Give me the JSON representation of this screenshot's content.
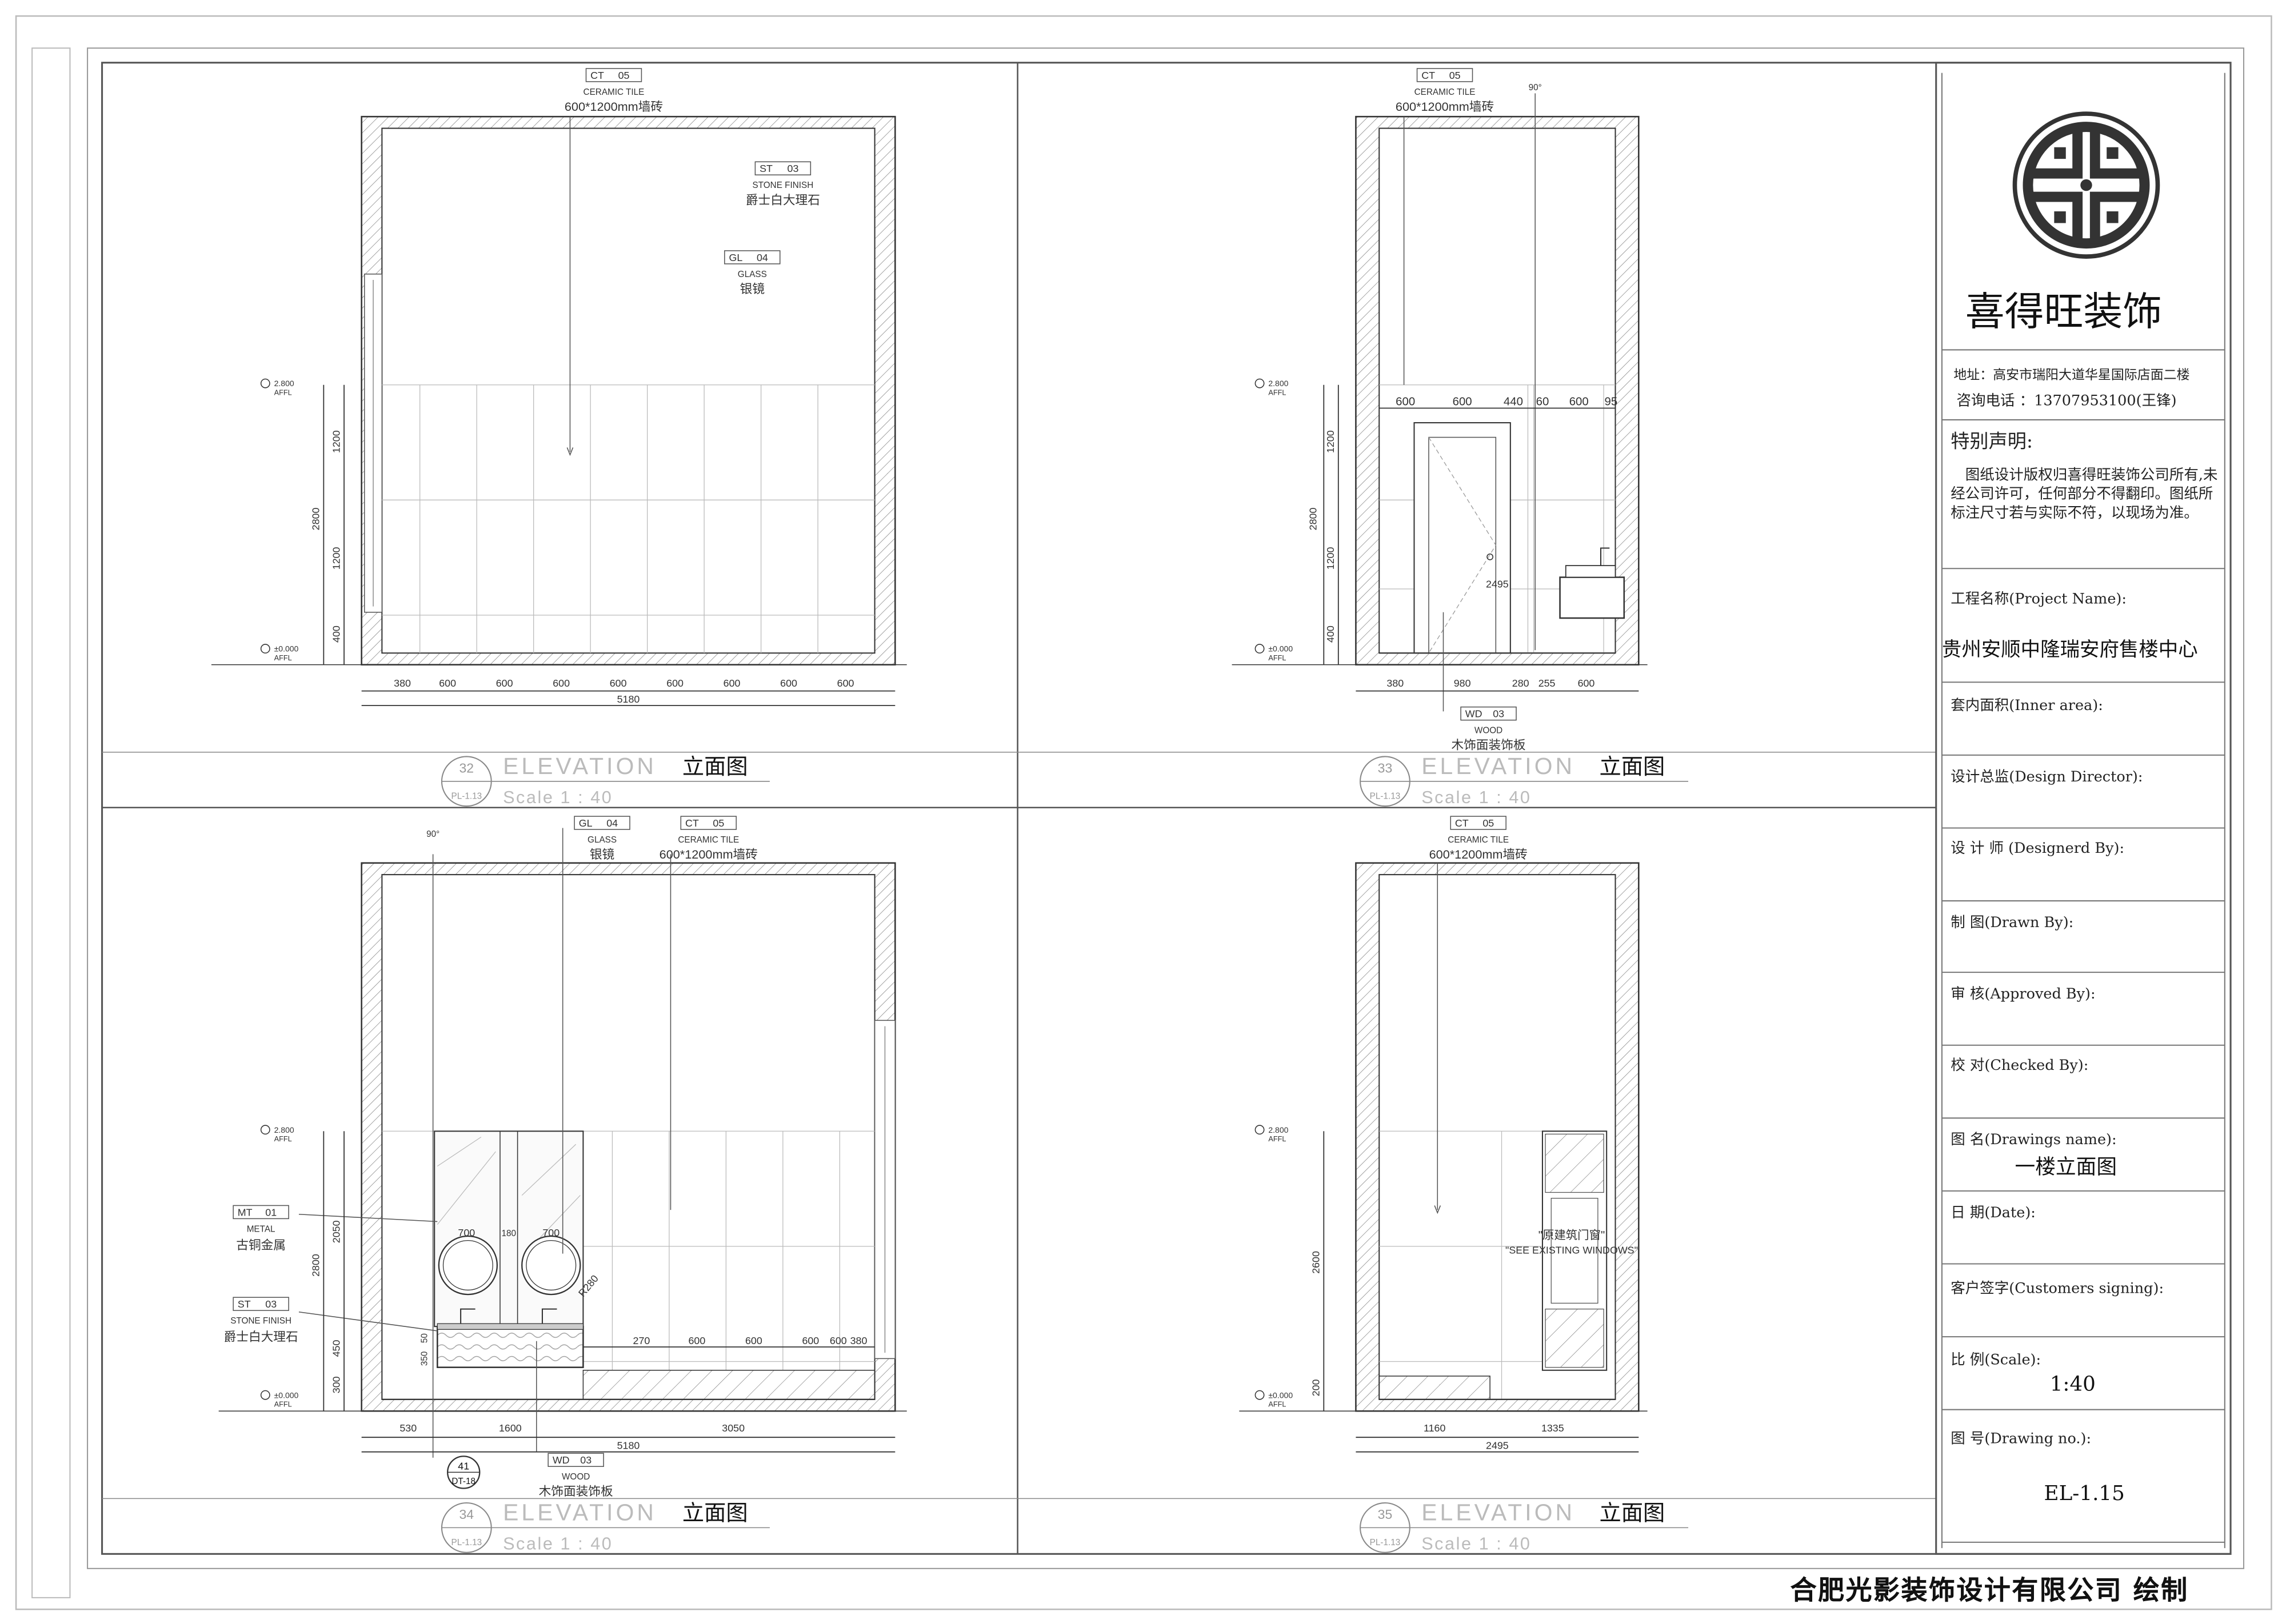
{
  "company": {
    "name": "喜得旺装饰",
    "address": "地址：高安市瑞阳大道华星国际店面二楼",
    "phone": "咨询电话 ：13707953100(王锋)"
  },
  "notice": {
    "title": "特别声明:",
    "text": "图纸设计版权归喜得旺装饰公司所有,未经公司许可，任何部分不得翻印。图纸所标注尺寸若与实际不符，以现场为准。"
  },
  "title_block": {
    "project_label": "工程名称(Project Name):",
    "project_value": "贵州安顺中隆瑞安府售楼中心",
    "area_label": "套内面积(Inner area):",
    "director_label": "设计总监(Design Director):",
    "designer_label": "设  计  师  (Designerd By):",
    "drawn_label": "制    图(Drawn By):",
    "approved_label": "审    核(Approved By):",
    "checked_label": "校    对(Checked By):",
    "drawing_name_label": "图    名(Drawings name):",
    "drawing_name_value": "一楼立面图",
    "date_label": "日    期(Date):",
    "customer_label": "客户签字(Customers signing):",
    "scale_label": "比    例(Scale):",
    "scale_value": "1:40",
    "drawing_no_label": "图    号(Drawing no.):",
    "drawing_no_value": "EL-1.15"
  },
  "footer": "合肥光影装饰设计有限公司 绘制",
  "elevations": [
    {
      "number": "32",
      "ref": "PL-1.13",
      "title_en": "ELEVATION",
      "title_cn": "立面图",
      "scale": "Scale 1 : 40"
    },
    {
      "number": "33",
      "ref": "PL-1.13",
      "title_en": "ELEVATION",
      "title_cn": "立面图",
      "scale": "Scale 1 : 40"
    },
    {
      "number": "34",
      "ref": "PL-1.13",
      "title_en": "ELEVATION",
      "title_cn": "立面图",
      "scale": "Scale 1 : 40"
    },
    {
      "number": "35",
      "ref": "PL-1.13",
      "title_en": "ELEVATION",
      "title_cn": "立面图",
      "scale": "Scale 1 : 40"
    }
  ],
  "materials": {
    "ct": {
      "code": "CT",
      "num": "05",
      "en": "CERAMIC TILE",
      "cn": "600*1200mm墙砖"
    },
    "st": {
      "code": "ST",
      "num": "03",
      "en": "STONE FINISH",
      "cn": "爵士白大理石"
    },
    "gl": {
      "code": "GL",
      "num": "04",
      "en": "GLASS",
      "cn": "银镜"
    },
    "wd": {
      "code": "WD",
      "num": "03",
      "en": "WOOD",
      "cn": "木饰面装饰板"
    },
    "mt": {
      "code": "MT",
      "num": "01",
      "en": "METAL",
      "cn": "古铜金属"
    }
  },
  "levels": {
    "top": "2.800",
    "top_sub": "AFFL",
    "base": "±0.000",
    "base_sub": "AFFL"
  },
  "angle": "90°",
  "window_note_cn": "\"原建筑门窗\"",
  "window_note_en": "\"SEE EXISTING WINDOWS\"",
  "detail_callout": {
    "num": "41",
    "ref": "DT-18"
  },
  "dims": {
    "e32_bottom": [
      "380",
      "600",
      "600",
      "600",
      "600",
      "600",
      "600",
      "600",
      "600"
    ],
    "e32_total": "5180",
    "e32_vert": [
      "1200",
      "1200",
      "400"
    ],
    "e32_vert_total": "2800",
    "e33_top": [
      "600",
      "600",
      "440",
      "60",
      "600",
      "95"
    ],
    "e33_bottom": [
      "380",
      "980",
      "280",
      "255",
      "600"
    ],
    "e33_inner": "2495",
    "e33_vert": [
      "1200",
      "1200",
      "400"
    ],
    "e33_vert_total": "2800",
    "e34_mirror": [
      "700",
      "180",
      "700"
    ],
    "e34_r": "R280",
    "e34_right": [
      "270",
      "600",
      "600",
      "600",
      "600",
      "380"
    ],
    "e34_bottom": [
      "530",
      "1600",
      "3050"
    ],
    "e34_total": "5180",
    "e34_vert": [
      "2050",
      "450",
      "300"
    ],
    "e34_vert_total": "2800",
    "e34_small": [
      "50",
      "350"
    ],
    "e35_bottom": [
      "1160",
      "1335"
    ],
    "e35_total": "2495",
    "e35_vert": [
      "2600",
      "200"
    ]
  }
}
